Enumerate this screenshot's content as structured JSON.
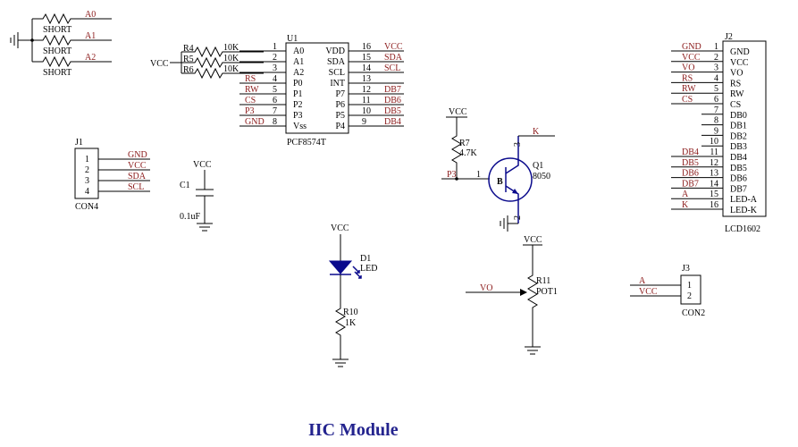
{
  "title": "IIC Module",
  "colors": {
    "wire": "#000000",
    "component": "#8b1a1a",
    "title": "#23238e",
    "blue": "#0a0a8c"
  },
  "jumpers": {
    "labels": [
      "SHORT",
      "SHORT",
      "SHORT"
    ],
    "nets": [
      "A0",
      "A1",
      "A2"
    ]
  },
  "vcc": "VCC",
  "gnd": "GND",
  "r4": {
    "ref": "R4",
    "value": "10K"
  },
  "r5": {
    "ref": "R5",
    "value": "10K"
  },
  "r6": {
    "ref": "R6",
    "value": "10K"
  },
  "u1": {
    "ref": "U1",
    "part": "PCF8574T",
    "left": [
      {
        "name": "A0",
        "num": "1",
        "net": "A0"
      },
      {
        "name": "A1",
        "num": "2",
        "net": "A1"
      },
      {
        "name": "A2",
        "num": "3",
        "net": "A2"
      },
      {
        "name": "P0",
        "num": "4",
        "net": "RS"
      },
      {
        "name": "P1",
        "num": "5",
        "net": "RW"
      },
      {
        "name": "P2",
        "num": "6",
        "net": "CS"
      },
      {
        "name": "P3",
        "num": "7",
        "net": "P3"
      },
      {
        "name": "Vss",
        "num": "8",
        "net": "GND"
      }
    ],
    "right": [
      {
        "name": "VDD",
        "num": "16",
        "net": "VCC"
      },
      {
        "name": "SDA",
        "num": "15",
        "net": "SDA"
      },
      {
        "name": "SCL",
        "num": "14",
        "net": "SCL"
      },
      {
        "name": "INT",
        "num": "13",
        "net": ""
      },
      {
        "name": "P7",
        "num": "12",
        "net": "DB7"
      },
      {
        "name": "P6",
        "num": "11",
        "net": "DB6"
      },
      {
        "name": "P5",
        "num": "10",
        "net": "DB5"
      },
      {
        "name": "P4",
        "num": "9",
        "net": "DB4"
      }
    ]
  },
  "j1": {
    "ref": "J1",
    "part": "CON4",
    "pins": [
      {
        "num": "1",
        "net": "GND"
      },
      {
        "num": "2",
        "net": "VCC"
      },
      {
        "num": "3",
        "net": "SDA"
      },
      {
        "num": "4",
        "net": "SCL"
      }
    ]
  },
  "c1": {
    "ref": "C1",
    "value": "0.1uF",
    "net": "VCC"
  },
  "d1": {
    "ref": "D1",
    "value": "LED",
    "net": "VCC"
  },
  "r10": {
    "ref": "R10",
    "value": "1K"
  },
  "r7": {
    "ref": "R7",
    "value": "4.7K",
    "net": "VCC"
  },
  "q1": {
    "ref": "Q1",
    "part": "8050",
    "base": "B",
    "base_net": "P3",
    "base_pin": "1",
    "col_pin": "3",
    "emit_pin": "2",
    "col_net": "K"
  },
  "r11": {
    "ref": "R11",
    "part": "POT1",
    "net": "VCC",
    "wiper_net": "VO"
  },
  "j3": {
    "ref": "J3",
    "part": "CON2",
    "pins": [
      {
        "num": "1",
        "net": "A"
      },
      {
        "num": "2",
        "net": "VCC"
      }
    ]
  },
  "j2": {
    "ref": "J2",
    "part": "LCD1602",
    "pins": [
      {
        "num": "1",
        "name": "GND",
        "net": "GND"
      },
      {
        "num": "2",
        "name": "VCC",
        "net": "VCC"
      },
      {
        "num": "3",
        "name": "VO",
        "net": "VO"
      },
      {
        "num": "4",
        "name": "RS",
        "net": "RS"
      },
      {
        "num": "5",
        "name": "RW",
        "net": "RW"
      },
      {
        "num": "6",
        "name": "CS",
        "net": "CS"
      },
      {
        "num": "7",
        "name": "DB0",
        "net": ""
      },
      {
        "num": "8",
        "name": "DB1",
        "net": ""
      },
      {
        "num": "9",
        "name": "DB2",
        "net": ""
      },
      {
        "num": "10",
        "name": "DB3",
        "net": ""
      },
      {
        "num": "11",
        "name": "DB4",
        "net": "DB4"
      },
      {
        "num": "12",
        "name": "DB5",
        "net": "DB5"
      },
      {
        "num": "13",
        "name": "DB6",
        "net": "DB6"
      },
      {
        "num": "14",
        "name": "DB7",
        "net": "DB7"
      },
      {
        "num": "15",
        "name": "LED-A",
        "net": "A"
      },
      {
        "num": "16",
        "name": "LED-K",
        "net": "K"
      }
    ]
  }
}
